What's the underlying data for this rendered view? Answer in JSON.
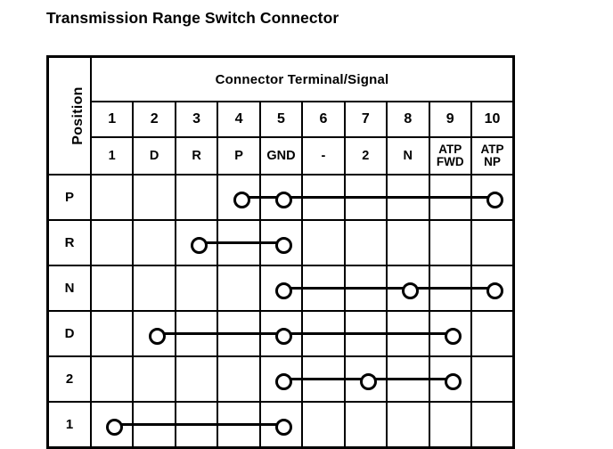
{
  "title": "Transmission Range Switch Connector",
  "table": {
    "position_header": "Position",
    "terminal_header": "Connector Terminal/Signal",
    "terminals": [
      "1",
      "2",
      "3",
      "4",
      "5",
      "6",
      "7",
      "8",
      "9",
      "10"
    ],
    "signals": [
      {
        "line1": "1",
        "line2": ""
      },
      {
        "line1": "D",
        "line2": ""
      },
      {
        "line1": "R",
        "line2": ""
      },
      {
        "line1": "P",
        "line2": ""
      },
      {
        "line1": "GND",
        "line2": ""
      },
      {
        "line1": "-",
        "line2": ""
      },
      {
        "line1": "2",
        "line2": ""
      },
      {
        "line1": "N",
        "line2": ""
      },
      {
        "line1": "ATP",
        "line2": "FWD"
      },
      {
        "line1": "ATP",
        "line2": "NP"
      }
    ],
    "rows": [
      {
        "label": "P",
        "terminals": [
          4,
          5,
          10
        ]
      },
      {
        "label": "R",
        "terminals": [
          3,
          5
        ]
      },
      {
        "label": "N",
        "terminals": [
          5,
          8,
          10
        ]
      },
      {
        "label": "D",
        "terminals": [
          2,
          5,
          9
        ]
      },
      {
        "label": "2",
        "terminals": [
          5,
          7,
          9
        ]
      },
      {
        "label": "1",
        "terminals": [
          1,
          5
        ]
      }
    ]
  },
  "colors": {
    "ink": "#000000",
    "paper": "#ffffff"
  }
}
